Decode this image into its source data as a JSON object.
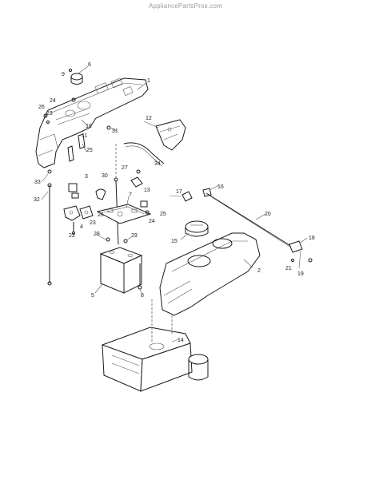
{
  "watermark": "AppliancePartsPros.com",
  "callouts": [
    "1",
    "2",
    "3",
    "4",
    "5",
    "6",
    "7",
    "8",
    "9",
    "10",
    "11",
    "12",
    "13",
    "14",
    "15",
    "16",
    "17",
    "18",
    "19",
    "20",
    "21",
    "22",
    "23",
    "23",
    "24",
    "24",
    "25",
    "25",
    "26",
    "26",
    "27",
    "28",
    "29",
    "30",
    "31",
    "32",
    "33",
    "34"
  ]
}
